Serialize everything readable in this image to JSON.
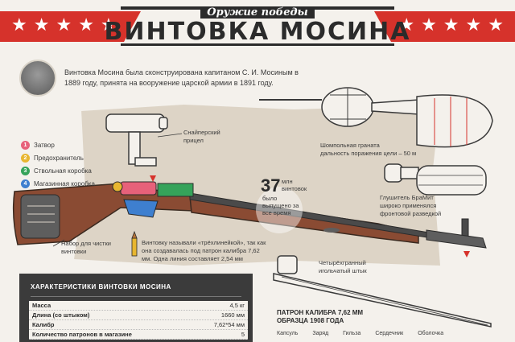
{
  "header": {
    "subtitle": "Оружие победы",
    "title": "ВИНТОВКА МОСИНА"
  },
  "intro": {
    "text": "Винтовка Мосина была сконструирована капитаном С. И. Мосиным в 1889 году, принята на вооружение царской армии в 1891 году."
  },
  "legend": [
    {
      "num": "1",
      "label": "Затвор",
      "color": "#e7617a"
    },
    {
      "num": "2",
      "label": "Предохранитель",
      "color": "#e8b630"
    },
    {
      "num": "3",
      "label": "Ствольная коробка",
      "color": "#35a35a"
    },
    {
      "num": "4",
      "label": "Магазинная коробка",
      "color": "#3e7fcf"
    }
  ],
  "labels": {
    "sniper": "Снайперский прицел",
    "grenade_title": "Шомпольная граната",
    "grenade_range": "дальность поражения цели – 50 м",
    "silencer_title": "Глушитель БраМит",
    "silencer_desc": "широко применялся фронтовой разведкой",
    "cleaning": "Набор для чистки винтовки",
    "caliber_note": "Винтовку называли «трёхлинейкой», так как она создавалась под патрон калибра 7,62 мм. Одна линия составляет 2,54 мм",
    "bayonet": "Четырёхгранный игольчатый штык"
  },
  "stat": {
    "number": "37",
    "unit": "млн винтовок",
    "desc": "было выпущено за все время"
  },
  "specs": {
    "header": "ХАРАКТЕРИСТИКИ ВИНТОВКИ МОСИНА",
    "rows": [
      {
        "k": "Масса",
        "v": "4,5 кг"
      },
      {
        "k": "Длина (со штыком)",
        "v": "1660 мм"
      },
      {
        "k": "Калибр",
        "v": "7,62*54 мм"
      },
      {
        "k": "Количество патронов в магазине",
        "v": "5"
      }
    ]
  },
  "ammo": {
    "title_line1": "ПАТРОН КАЛИБРА 7,62 ММ",
    "title_line2": "ОБРАЗЦА 1908 ГОДА",
    "parts": [
      "Капсуль",
      "Заряд",
      "Гильза",
      "Сердечник",
      "Оболочка"
    ]
  },
  "colors": {
    "accent_red": "#d6322b",
    "wood": "#8a4b33",
    "metal": "#4a4a4a"
  }
}
